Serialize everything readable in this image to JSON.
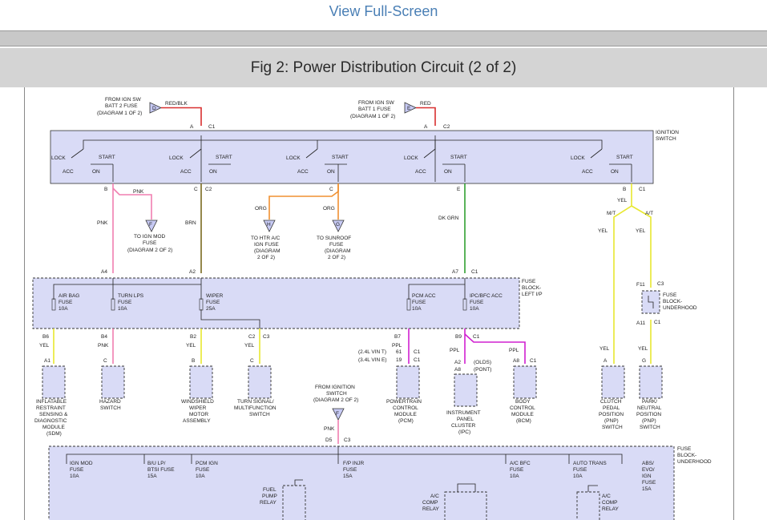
{
  "header": {
    "view_full_screen": "View Full-Screen"
  },
  "figure": {
    "title": "Fig 2: Power Distribution Circuit (2 of 2)"
  },
  "sources": {
    "batt2": [
      "FROM IGN SW",
      "BATT 2 FUSE",
      "(DIAGRAM 1 OF 2)"
    ],
    "batt2_tag": "D",
    "batt2_wire": "RED/BLK",
    "batt1": [
      "FROM IGN SW",
      "BATT 1 FUSE",
      "(DIAGRAM 1 OF 2)"
    ],
    "batt1_tag": "E",
    "batt1_wire": "RED"
  },
  "ignition_switch": {
    "label": [
      "IGNITION",
      "SWITCH"
    ],
    "pin_a_c1": "A",
    "conn_c1": "C1",
    "pin_a_c2": "A",
    "conn_c2": "C2",
    "lock": "LOCK",
    "start": "START",
    "acc": "ACC",
    "on": "ON",
    "out_b": "B",
    "out_c": "C",
    "conn_c2b": "C2",
    "out_c2": "C",
    "out_e": "E",
    "out_b2": "B",
    "conn_c1b": "C1"
  },
  "wires": {
    "pnk": "PNK",
    "brn": "BRN",
    "org": "ORG",
    "dkgrn": "DK GRN",
    "yel": "YEL",
    "ppl": "PPL",
    "mt": "M/T",
    "at": "A/T"
  },
  "offpage": {
    "f_tag": "F",
    "f_text": [
      "TO IGN MOD",
      "FUSE",
      "(DIAGRAM 2 OF 2)"
    ],
    "h_tag": "H",
    "h_text": [
      "TO HTR A/C",
      "IGN FUSE",
      "(DIAGRAM",
      "2 OF 2)"
    ],
    "g_tag": "G",
    "g_text": [
      "TO SUNROOF",
      "FUSE",
      "(DIAGRAM",
      "2 OF 2)"
    ],
    "f2_tag": "F",
    "f2_text": [
      "FROM IGNITION",
      "SWITCH",
      "(DIAGRAM 2 OF 2)"
    ]
  },
  "fuse_block_left": {
    "label": [
      "FUSE",
      "BLOCK-",
      "LEFT I/P"
    ],
    "pins_top": [
      "A4",
      "A2",
      "A7",
      "C1"
    ],
    "fuses": [
      {
        "name": [
          "AIR BAG",
          "FUSE",
          "10A"
        ]
      },
      {
        "name": [
          "TURN LPS",
          "FUSE",
          "10A"
        ]
      },
      {
        "name": [
          "WIPER",
          "FUSE",
          "25A"
        ]
      },
      {
        "name": [
          "PCM ACC",
          "FUSE",
          "10A"
        ]
      },
      {
        "name": [
          "IPC/BFC ACC",
          "FUSE",
          "10A"
        ]
      }
    ],
    "pins_bottom": [
      "B6",
      "B4",
      "B2",
      "C2",
      "C3",
      "B7",
      "B9",
      "C1"
    ]
  },
  "fuse_block_under_small": {
    "label": [
      "FUSE",
      "BLOCK-",
      "UNDERHOOD"
    ],
    "f11": "F11",
    "c3": "C3",
    "a11": "A11",
    "c1": "C1"
  },
  "components": [
    {
      "pin": "A1",
      "name": [
        "INFLATABLE",
        "RESTRAINT",
        "SENSING &",
        "DIAGNOSTIC",
        "MODULE",
        "(SDM)"
      ]
    },
    {
      "pin": "C",
      "name": [
        "HAZARD",
        "SWITCH"
      ]
    },
    {
      "pin": "B",
      "name": [
        "WINDSHIELD",
        "WIPER",
        "MOTOR",
        "ASSEMBLY"
      ]
    },
    {
      "pin": "C",
      "name": [
        "TURN SIGNAL/",
        "MULTIFUNCTION",
        "SWITCH"
      ]
    },
    {
      "pin": "",
      "name": [
        "POWERTRAIN",
        "CONTROL",
        "MODULE",
        "(PCM)"
      ]
    },
    {
      "pin": "A2",
      "name": [
        "INSTRUMENT",
        "PANEL",
        "CLUSTER",
        "(IPC)"
      ]
    },
    {
      "pin": "A8",
      "name": [
        "BODY",
        "CONTROL",
        "MODULE",
        "(BCM)"
      ]
    },
    {
      "pin": "A",
      "name": [
        "CLUTCH",
        "PEDAL",
        "POSITION",
        "(PNP)",
        "SWITCH"
      ]
    },
    {
      "pin": "G",
      "name": [
        "PARK/",
        "NEUTRAL",
        "POSITION",
        "(PNP)",
        "SWITCH"
      ]
    }
  ],
  "pcm_pins": {
    "v1": "(2.4L VIN T)",
    "v1p": "61",
    "v1c": "C1",
    "v2": "(3.4L VIN E)",
    "v2p": "19",
    "v2c": "C1"
  },
  "ipc_pins": {
    "olds": "(OLDS)",
    "pont": "(PONT)",
    "a8": "A8",
    "c1": "C1"
  },
  "fuse_block_under": {
    "label": [
      "FUSE",
      "BLOCK-",
      "UNDERHOOD"
    ],
    "d5": "D5",
    "c3": "C3",
    "fuses": [
      {
        "name": [
          "IGN MOD",
          "FUSE",
          "10A"
        ]
      },
      {
        "name": [
          "B/U LP/",
          "BTSI FUSE",
          "15A"
        ]
      },
      {
        "name": [
          "PCM IGN",
          "FUSE",
          "10A"
        ]
      },
      {
        "name": [
          "F/P INJR",
          "FUSE",
          "15A"
        ]
      },
      {
        "name": [
          "A/C BFC",
          "FUSE",
          "10A"
        ]
      },
      {
        "name": [
          "AUTO TRANS",
          "FUSE",
          "10A"
        ]
      },
      {
        "name": [
          "ABS/",
          "EVO/",
          "IGN",
          "FUSE",
          "15A"
        ]
      }
    ],
    "relays": [
      {
        "name": [
          "FUEL",
          "PUMP",
          "RELAY"
        ]
      },
      {
        "name": [
          "A/C",
          "COMP",
          "RELAY"
        ]
      },
      {
        "name": [
          "A/C",
          "COMP",
          "RELAY"
        ]
      }
    ]
  },
  "colors": {
    "red": "#d83030",
    "pink": "#f07fb0",
    "brown": "#7a6a20",
    "orange": "#f09030",
    "green": "#30a030",
    "yellow": "#e8e830",
    "purple": "#d020d0",
    "link": "#4a7fb5"
  }
}
